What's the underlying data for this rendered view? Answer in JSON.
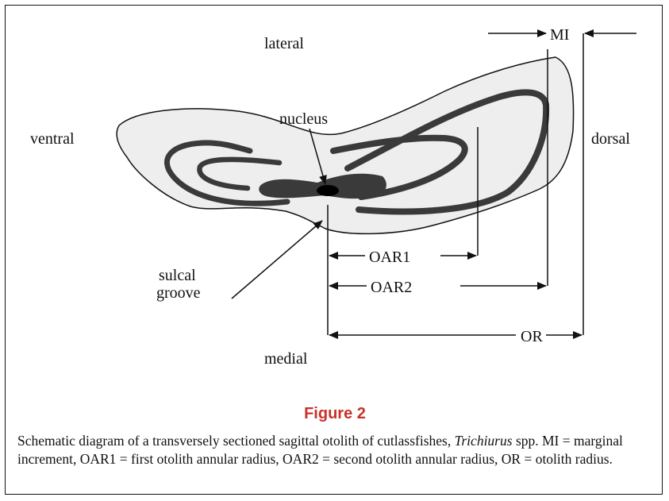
{
  "labels": {
    "lateral": "lateral",
    "medial": "medial",
    "ventral": "ventral",
    "dorsal": "dorsal",
    "nucleus": "nucleus",
    "sulcal_line1": "sulcal",
    "sulcal_line2": "groove",
    "mi": "MI",
    "oar1": "OAR1",
    "oar2": "OAR2",
    "or": "OR"
  },
  "figure": {
    "title": "Figure 2",
    "caption_pre": "Schematic diagram of a transversely sectioned sagittal otolith of cutlassfishes, ",
    "caption_italic": "Trichiurus",
    "caption_post": " spp. MI = marginal increment, OAR1 = first otolith annular radius, OAR2 = second otolith annular radius, OR = otolith radius."
  },
  "colors": {
    "otolith_fill": "#eeeeee",
    "band": "#3a3a3a",
    "caption_title": "#c8322a"
  }
}
